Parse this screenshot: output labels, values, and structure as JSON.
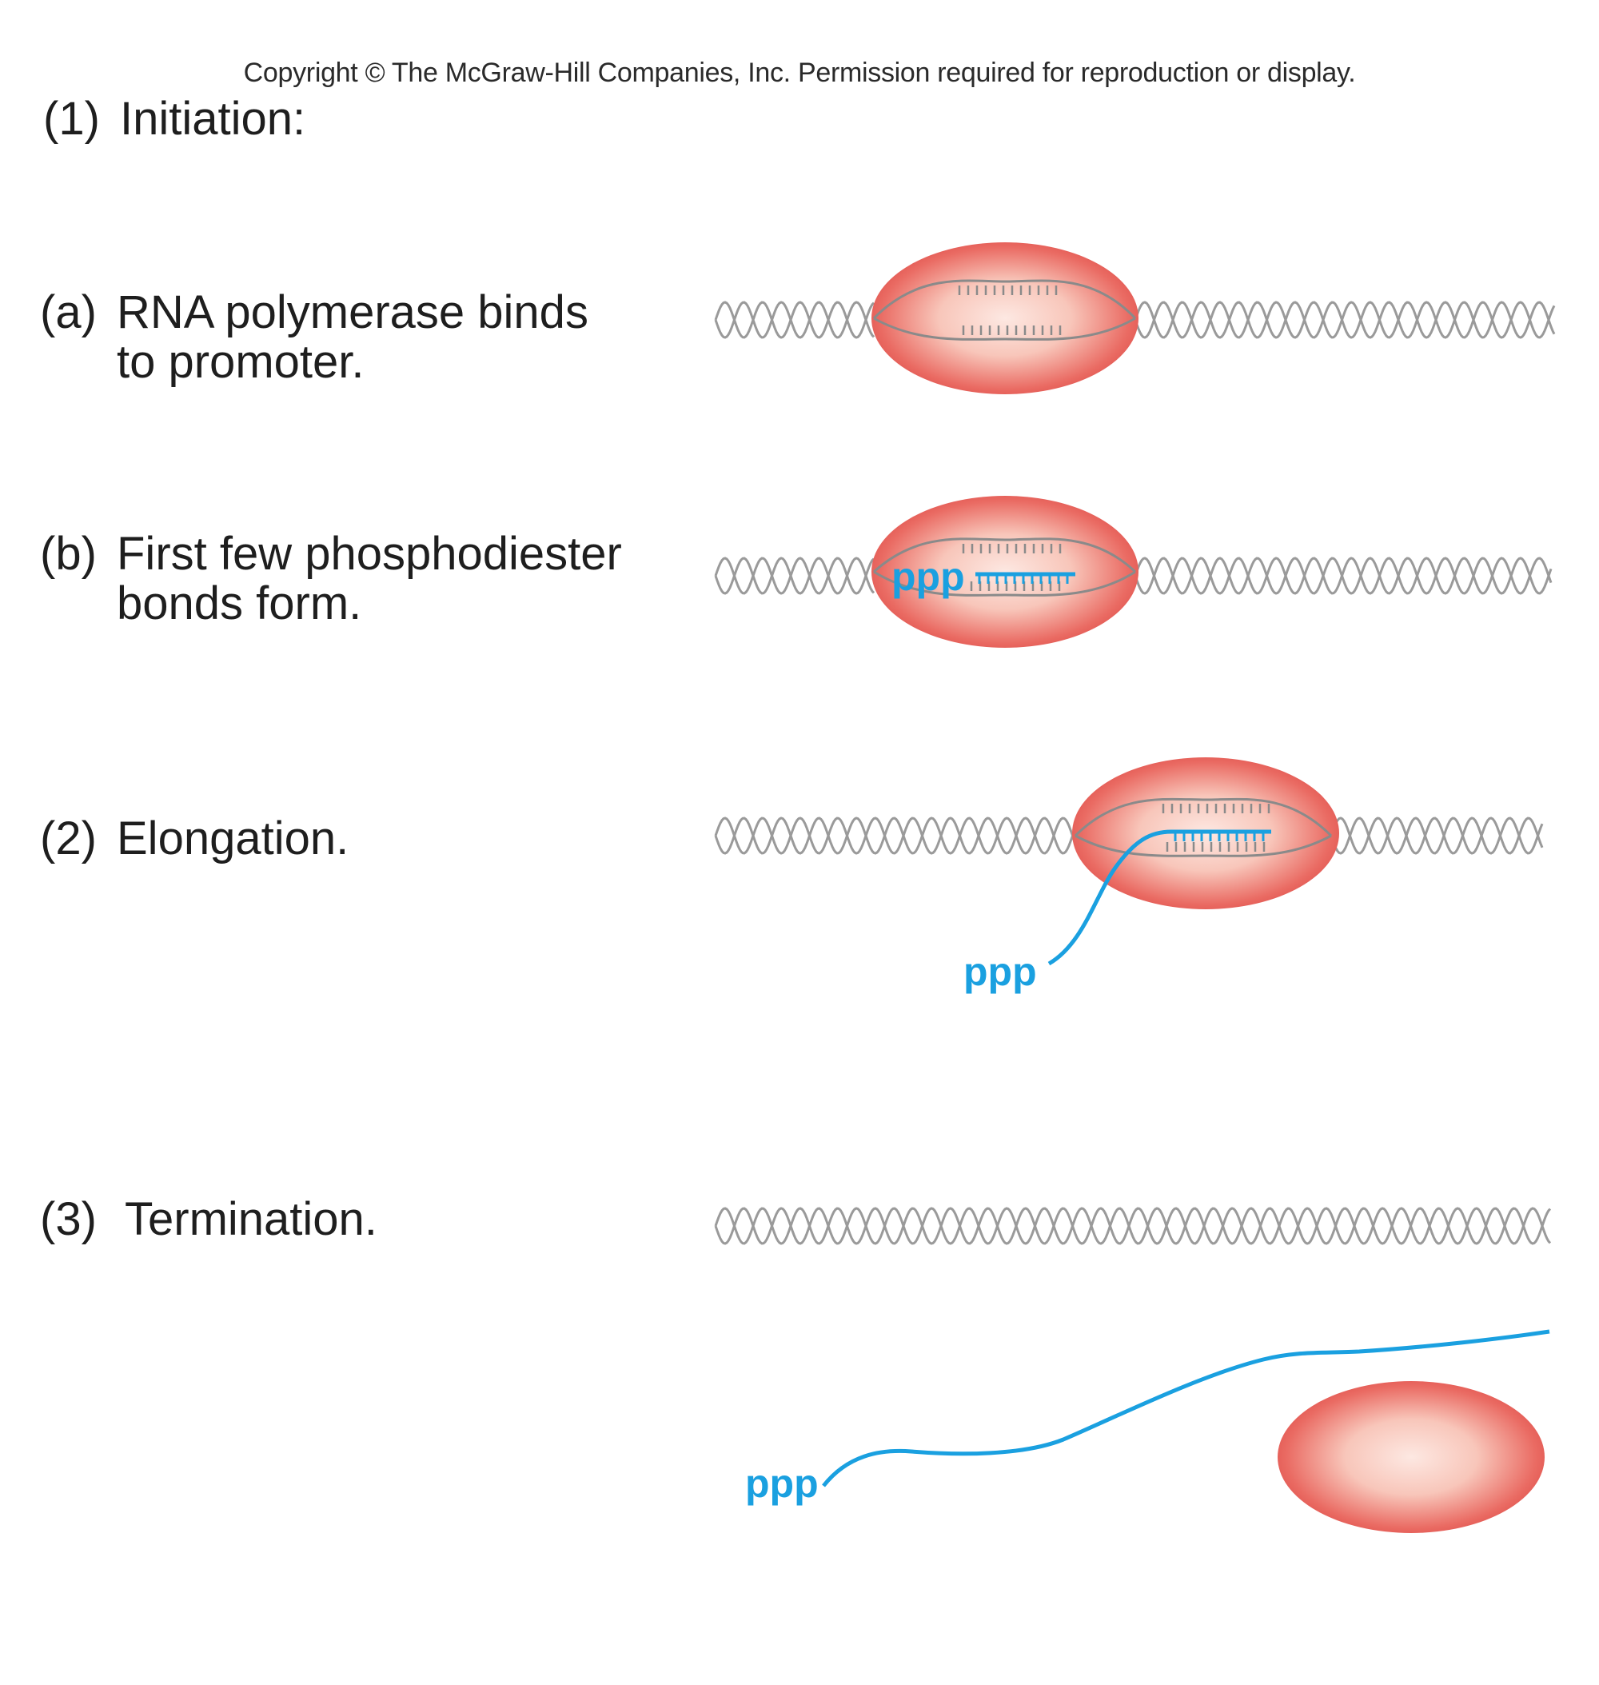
{
  "copyright": "Copyright © The McGraw-Hill Companies, Inc. Permission required for reproduction or display.",
  "steps": {
    "initiation": {
      "number": "(1)",
      "title": "Initiation:"
    },
    "bind": {
      "number": "(a)",
      "line1": "RNA polymerase binds",
      "line2": "to promoter."
    },
    "bonds": {
      "number": "(b)",
      "line1": "First few phosphodiester",
      "line2": "bonds form."
    },
    "elongation": {
      "number": "(2)",
      "title": "Elongation."
    },
    "termination": {
      "number": "(3)",
      "title": "Termination."
    }
  },
  "rna_label": "ppp",
  "colors": {
    "polymerase_edge": "#e0534e",
    "polymerase_center": "#fde8e2",
    "dna": "#9a9a9a",
    "rna": "#1aa0e0",
    "text": "#1e1e1e"
  }
}
